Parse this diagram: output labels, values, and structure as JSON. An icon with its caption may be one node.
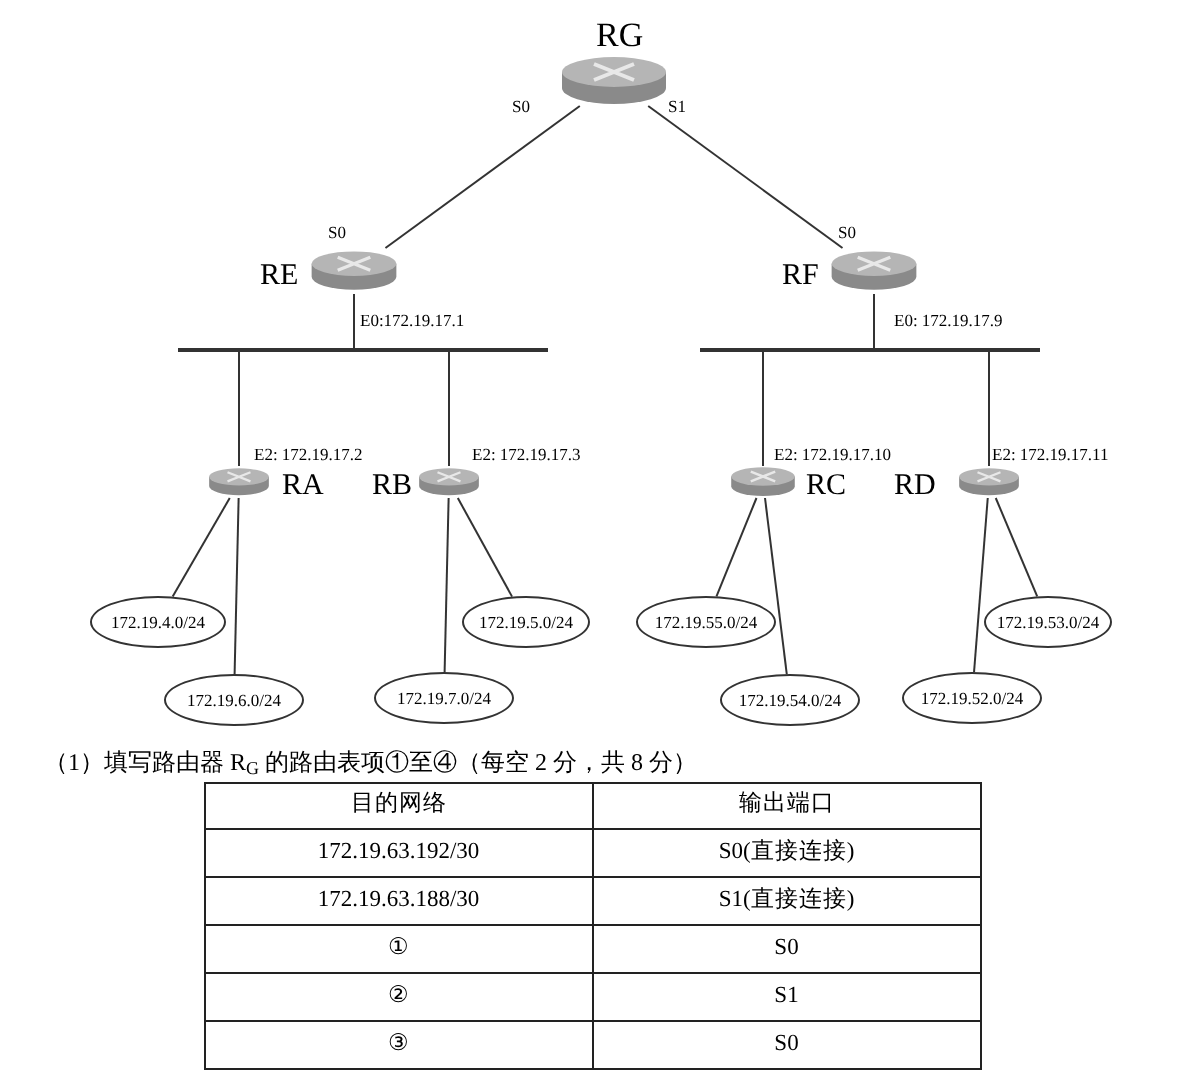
{
  "diagram": {
    "nodes": [
      {
        "text": [
          "RG"
        ],
        "beside": [
          "S0",
          "S1"
        ]
      },
      {
        "text": [
          "RE"
        ],
        "beside": [
          "S0",
          "E0:172.19.17.1"
        ]
      },
      {
        "text": [
          "RF"
        ],
        "beside": [
          "S0",
          "E0: 172.19.17.9"
        ]
      },
      {
        "text": [],
        "shape": "bar"
      },
      {
        "text": [],
        "shape": "bar"
      },
      {
        "text": [
          "RA"
        ],
        "beside": [
          "E2: 172.19.17.2"
        ]
      },
      {
        "text": [
          "RB"
        ],
        "beside": [
          "E2: 172.19.17.3"
        ]
      },
      {
        "text": [
          "RC"
        ],
        "beside": [
          "E2: 172.19.17.10"
        ]
      },
      {
        "text": [
          "RD"
        ],
        "beside": [
          "E2: 172.19.17.11"
        ]
      },
      {
        "text": [
          "172.19.4.0/24"
        ]
      },
      {
        "text": [
          "172.19.6.0/24"
        ]
      },
      {
        "text": [
          "172.19.5.0/24"
        ]
      },
      {
        "text": [
          "172.19.7.0/24"
        ]
      },
      {
        "text": [
          "172.19.55.0/24"
        ]
      },
      {
        "text": [
          "172.19.54.0/24"
        ]
      },
      {
        "text": [
          "172.19.53.0/24"
        ]
      },
      {
        "text": [
          "172.19.52.0/24"
        ]
      }
    ],
    "edges": [
      {
        "from": 0,
        "to": 1,
        "arrow": "none"
      },
      {
        "from": 0,
        "to": 2,
        "arrow": "none"
      },
      {
        "from": 1,
        "to": 3,
        "arrow": "none"
      },
      {
        "from": 2,
        "to": 4,
        "arrow": "none"
      },
      {
        "from": 3,
        "to": 5,
        "arrow": "none"
      },
      {
        "from": 3,
        "to": 6,
        "arrow": "none"
      },
      {
        "from": 4,
        "to": 7,
        "arrow": "none"
      },
      {
        "from": 4,
        "to": 8,
        "arrow": "none"
      },
      {
        "from": 5,
        "to": 9,
        "arrow": "none"
      },
      {
        "from": 5,
        "to": 10,
        "arrow": "none"
      },
      {
        "from": 6,
        "to": 12,
        "arrow": "none"
      },
      {
        "from": 6,
        "to": 11,
        "arrow": "none"
      },
      {
        "from": 7,
        "to": 13,
        "arrow": "none"
      },
      {
        "from": 7,
        "to": 14,
        "arrow": "none"
      },
      {
        "from": 8,
        "to": 16,
        "arrow": "none"
      },
      {
        "from": 8,
        "to": 15,
        "arrow": "none"
      }
    ],
    "labels": [
      "（1）填写路由器 R$_{G}$ 的路由表项①至④（每空 2 分，共 8 分）",
      "目的网络",
      "输出端口",
      "172.19.63.192/30",
      "S0(直接连接)",
      "172.19.63.188/30",
      "S1(直接连接)",
      "①",
      "S0",
      "②",
      "S1",
      "③",
      "S0"
    ]
  }
}
